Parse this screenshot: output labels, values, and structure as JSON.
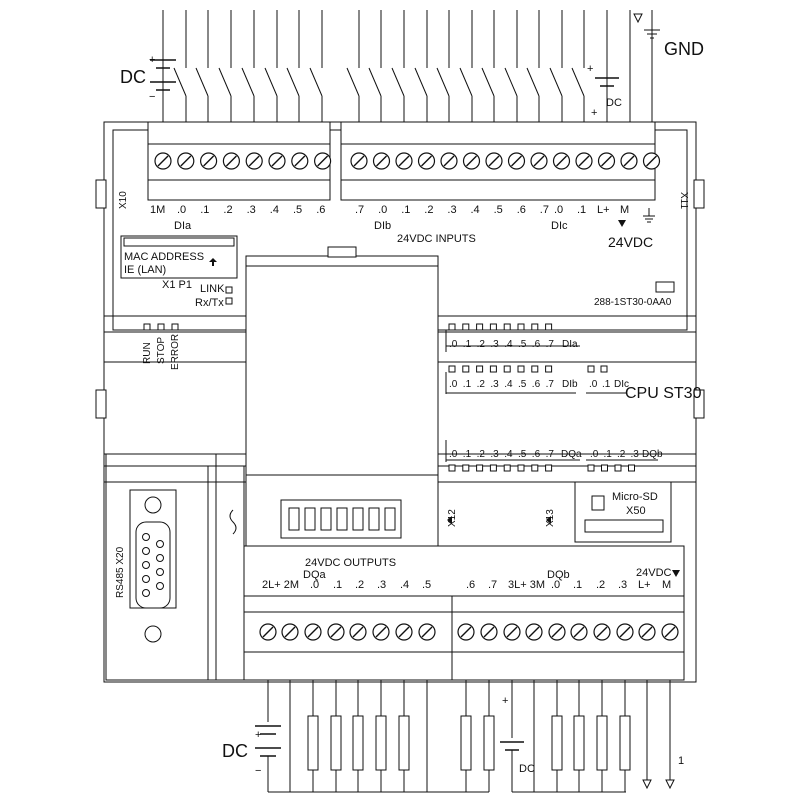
{
  "labels": {
    "gnd": "GND",
    "dc_top_left": "DC",
    "dc_top_right": "DC",
    "dc_bottom_left": "DC",
    "dc_bottom_mid": "DC",
    "plus": "+",
    "minus": "−",
    "one": "1",
    "x10": "X10",
    "x11": "X11",
    "x12": "X12",
    "x13": "X13",
    "x20": "RS485  X20",
    "mac_address": "MAC ADDRESS",
    "ie_lan": "IE (LAN)",
    "x1p1": "X1 P1",
    "link": "LINK",
    "rxtx": "Rx/Tx",
    "model_code": "288-1ST30-0AA0",
    "cpu_name": "CPU ST30",
    "inputs_title": "24VDC INPUTS",
    "outputs_title": "24VDC OUTPUTS",
    "supply_24vdc": "24VDC",
    "supply_24vdc_bottom": "24VDC",
    "micro_sd": "Micro-SD",
    "x50": "X50",
    "run": "RUN",
    "stop": "STOP",
    "error": "ERROR",
    "dia": "DIa",
    "dib": "DIb",
    "dic": "DIc",
    "dqa": "DQa",
    "dqb": "DQb",
    "lplus": "L+",
    "m": "M",
    "one_m": "1M",
    "two_l_two_m": "2L+ 2M",
    "three_l_three_m": "3L+ 3M"
  },
  "input_terminals": {
    "dia": [
      ".0",
      ".1",
      ".2",
      ".3",
      ".4",
      ".5",
      ".6"
    ],
    "dib": [
      ".7",
      ".0",
      ".1",
      ".2",
      ".3",
      ".4",
      ".5",
      ".6",
      ".7"
    ],
    "dic": [
      ".0",
      ".1"
    ]
  },
  "led_rows": {
    "dia": [
      ".0",
      ".1",
      ".2",
      ".3",
      ".4",
      ".5",
      ".6",
      ".7"
    ],
    "dib": [
      ".0",
      ".1",
      ".2",
      ".3",
      ".4",
      ".5",
      ".6",
      ".7"
    ],
    "dic": [
      ".0",
      ".1"
    ],
    "dqa": [
      ".0",
      ".1",
      ".2",
      ".3",
      ".4",
      ".5",
      ".6",
      ".7"
    ],
    "dqb": [
      ".0",
      ".1",
      ".2",
      ".3"
    ]
  },
  "output_terminals": {
    "dqa": [
      ".0",
      ".1",
      ".2",
      ".3",
      ".4",
      ".5",
      ".6",
      ".7"
    ],
    "dqb": [
      ".0",
      ".1",
      ".2",
      ".3"
    ]
  }
}
